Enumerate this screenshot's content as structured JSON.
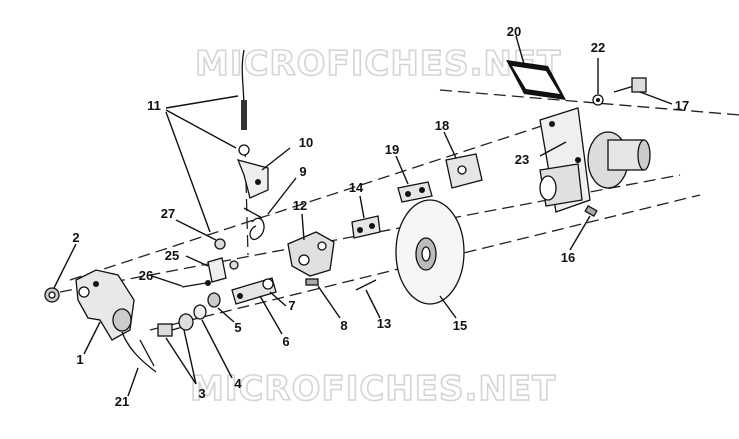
{
  "watermark": "MICROFICHES.NET",
  "callouts": [
    "1",
    "2",
    "3",
    "4",
    "5",
    "6",
    "7",
    "8",
    "9",
    "10",
    "11",
    "12",
    "13",
    "14",
    "15",
    "16",
    "17",
    "18",
    "19",
    "20",
    "21",
    "22",
    "23",
    "25",
    "26",
    "27"
  ]
}
